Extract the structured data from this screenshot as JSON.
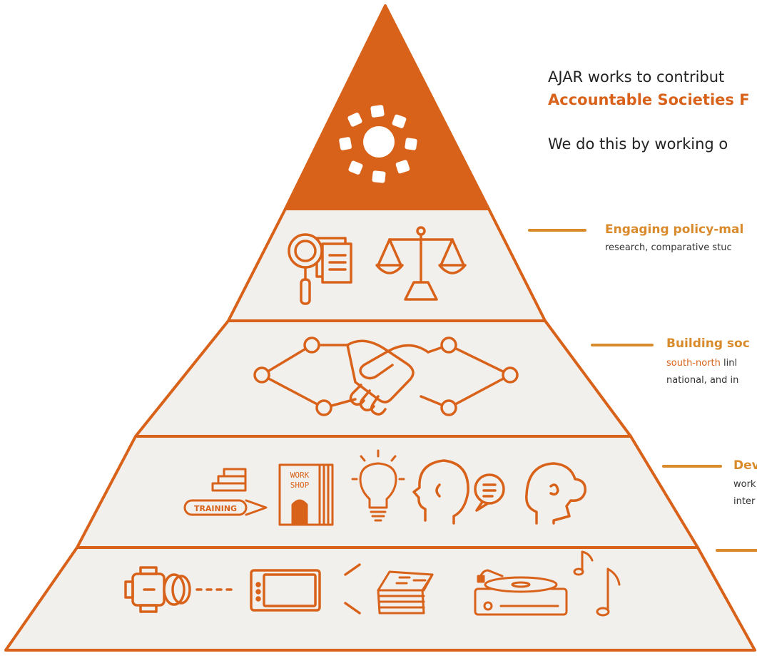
{
  "intro": {
    "line1": "AJAR works to contribut",
    "line2_strong": "Accountable Societies F",
    "line3": "We do this by working o"
  },
  "levels": [
    {
      "title": "Engaging policy-mal",
      "desc_line1": "research, comparative stuc"
    },
    {
      "title": "Building soc",
      "desc_line1_accent": "south-north",
      "desc_line1_rest": " linl",
      "desc_line2": "national, and in"
    },
    {
      "title": "Dev",
      "desc_line1": "work",
      "desc_line2": "inter"
    },
    {
      "title": ""
    }
  ],
  "icon_labels": {
    "training": "TRAINING",
    "workshop_line1": "WORK",
    "workshop_line2": "SHOP"
  },
  "colors": {
    "orange": "#d9621a",
    "connector": "#d98a2a",
    "tier_fill": "#f2f0ec"
  }
}
